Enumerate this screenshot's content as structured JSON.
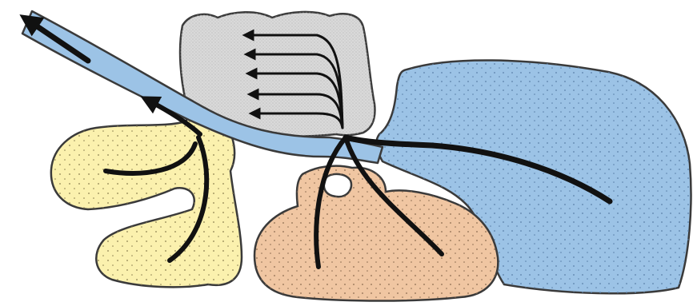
{
  "diagram": {
    "colors": {
      "background": "#ffffff",
      "outline": "#3a3a3a",
      "arrow": "#111111",
      "blue_region": "#9cc3e6",
      "blue_stipple": "#5a7fa8",
      "gray_region": "#d9d9d9",
      "gray_stipple": "#9a9a9a",
      "yellow_region": "#fbf1ae",
      "yellow_stipple": "#8a7f50",
      "orange_region": "#f0c6a2",
      "orange_stipple": "#8a6a50"
    },
    "regions": [
      {
        "name": "large-blue-lobe",
        "fill": "blue_region",
        "stipple": "blue_stipple"
      },
      {
        "name": "gray-fan-region",
        "fill": "gray_region",
        "stipple": "gray_stipple"
      },
      {
        "name": "yellow-lobed-region",
        "fill": "yellow_region",
        "stipple": "yellow_stipple"
      },
      {
        "name": "orange-lobed-region",
        "fill": "orange_region",
        "stipple": "orange_stipple"
      },
      {
        "name": "blue-outflow-channel",
        "fill": "blue_region",
        "stipple": null
      }
    ],
    "flow_arrows": {
      "gray_fan_count": 5,
      "yellow_region_count": 2,
      "orange_region_count": 2,
      "blue_lobe_count": 1,
      "outflow_count": 2
    }
  }
}
